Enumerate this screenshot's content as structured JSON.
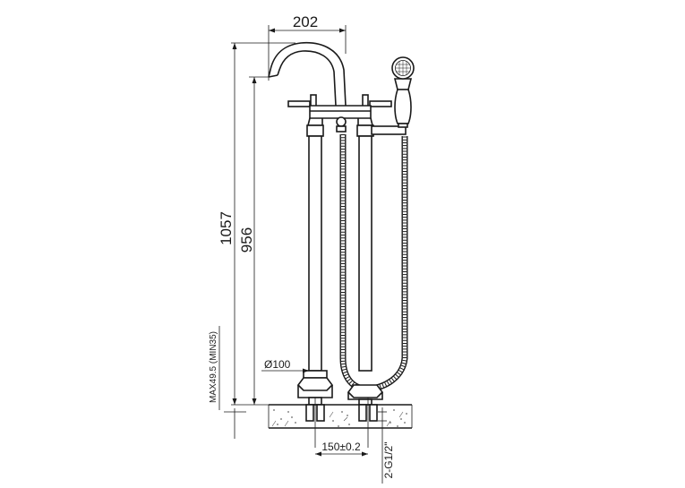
{
  "dimensions": {
    "spout_reach": "202",
    "total_height": "1057",
    "spout_height": "956",
    "install_depth": "MAX49.5 (MIN35)",
    "pipe_diameter": "Ø100",
    "inlet_spacing": "150±0.2",
    "inlet_thread": "2-G1/2\""
  },
  "colors": {
    "line": "#1a1a1a",
    "background": "#ffffff"
  }
}
